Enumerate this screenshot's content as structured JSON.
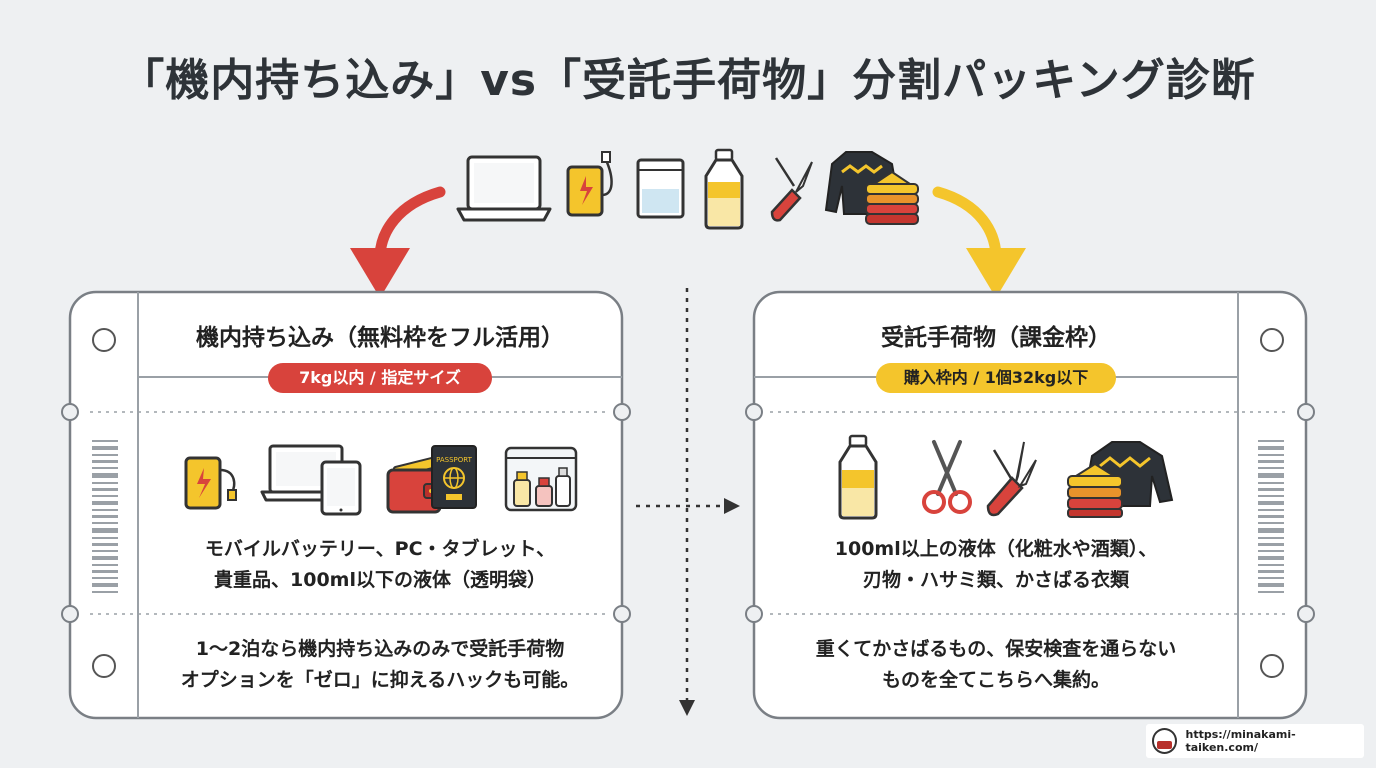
{
  "title": "「機内持ち込み」vs「受託手荷物」分割パッキング診断",
  "left_panel": {
    "heading": "機内持ち込み（無料枠をフル活用）",
    "badge": "7kg以内 / 指定サイズ",
    "badge_color": "#d8433c",
    "items": "モバイルバッテリー、PC・タブレット、\n貴重品、100ml以下の液体（透明袋）",
    "note": "1〜2泊なら機内持ち込みのみで受託手荷物\nオプションを「ゼロ」に抑えるハックも可能。",
    "passport_label": "PASSPORT",
    "icons": [
      "power-bank-icon",
      "laptop-icon",
      "tablet-icon",
      "wallet-icon",
      "passport-icon",
      "clear-bag-icon"
    ]
  },
  "right_panel": {
    "heading": "受託手荷物（課金枠）",
    "badge": "購入枠内 / 1個32kg以下",
    "badge_color": "#f4c52c",
    "items": "100ml以上の液体（化粧水や酒類）、\n刃物・ハサミ類、かさばる衣類",
    "note": "重くてかさばるもの、保安検査を通らない\nものを全てこちらへ集約。",
    "icons": [
      "bottle-icon",
      "scissors-icon",
      "knife-icon",
      "clothes-icon"
    ]
  },
  "top_icons": [
    "laptop-icon",
    "power-bank-icon",
    "liquid-bag-icon",
    "bottle-icon",
    "knife-icon",
    "clothes-icon"
  ],
  "colors": {
    "accent_red": "#d8433c",
    "accent_yellow": "#f4c52c",
    "background": "#eef0f2"
  },
  "credit": {
    "url": "https://minakami-taiken.com/"
  }
}
